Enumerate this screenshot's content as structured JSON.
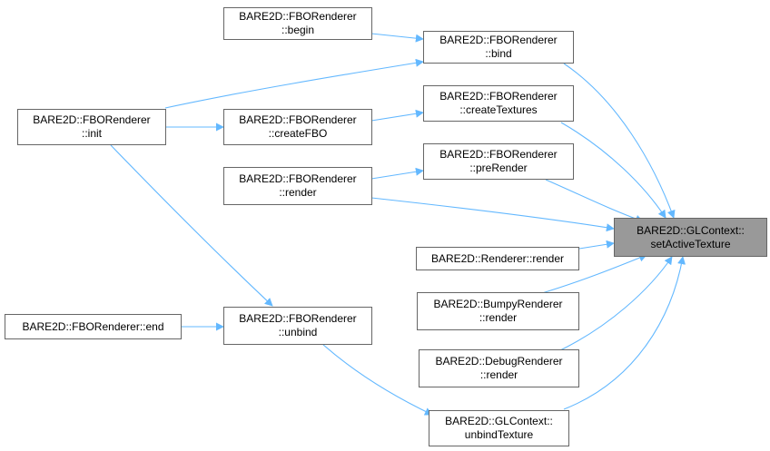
{
  "graph": {
    "edge_color": "#63b8ff",
    "node_border": "#666666",
    "focus_fill": "#999999",
    "nodes": {
      "focus": {
        "l1": "BARE2D::GLContext::",
        "l2": "setActiveTexture"
      },
      "begin": {
        "l1": "BARE2D::FBORenderer",
        "l2": "::begin"
      },
      "bind": {
        "l1": "BARE2D::FBORenderer",
        "l2": "::bind"
      },
      "init": {
        "l1": "BARE2D::FBORenderer",
        "l2": "::init"
      },
      "createfbo": {
        "l1": "BARE2D::FBORenderer",
        "l2": "::createFBO"
      },
      "createtextures": {
        "l1": "BARE2D::FBORenderer",
        "l2": "::createTextures"
      },
      "fborender": {
        "l1": "BARE2D::FBORenderer",
        "l2": "::render"
      },
      "prerender": {
        "l1": "BARE2D::FBORenderer",
        "l2": "::preRender"
      },
      "rendererrender": {
        "l1": "BARE2D::Renderer::render"
      },
      "bumpyrender": {
        "l1": "BARE2D::BumpyRenderer",
        "l2": "::render"
      },
      "end": {
        "l1": "BARE2D::FBORenderer::end"
      },
      "unbind": {
        "l1": "BARE2D::FBORenderer",
        "l2": "::unbind"
      },
      "debugrender": {
        "l1": "BARE2D::DebugRenderer",
        "l2": "::render"
      },
      "unbindtexture": {
        "l1": "BARE2D::GLContext::",
        "l2": "unbindTexture"
      }
    }
  }
}
